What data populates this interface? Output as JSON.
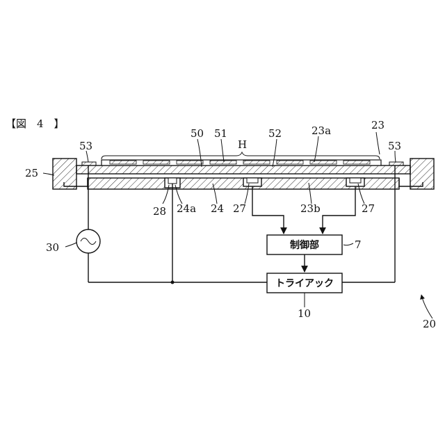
{
  "figure_label": "【図　4　】",
  "labels": {
    "l20": "20",
    "l23": "23",
    "l23a": "23a",
    "l23b": "23b",
    "l24": "24",
    "l24a": "24a",
    "l25": "25",
    "l27a": "27",
    "l27b": "27",
    "l28": "28",
    "l30": "30",
    "l50": "50",
    "l51": "51",
    "l52": "52",
    "l53a": "53",
    "l53b": "53",
    "lH": "H",
    "l7": "7",
    "l10": "10"
  },
  "boxes": {
    "control": "制御部",
    "triac": "トライアック"
  },
  "colors": {
    "line": "#111111",
    "background": "#ffffff"
  },
  "icons": {
    "ac_source": "ac-source-icon",
    "arrow": "arrow-icon"
  }
}
